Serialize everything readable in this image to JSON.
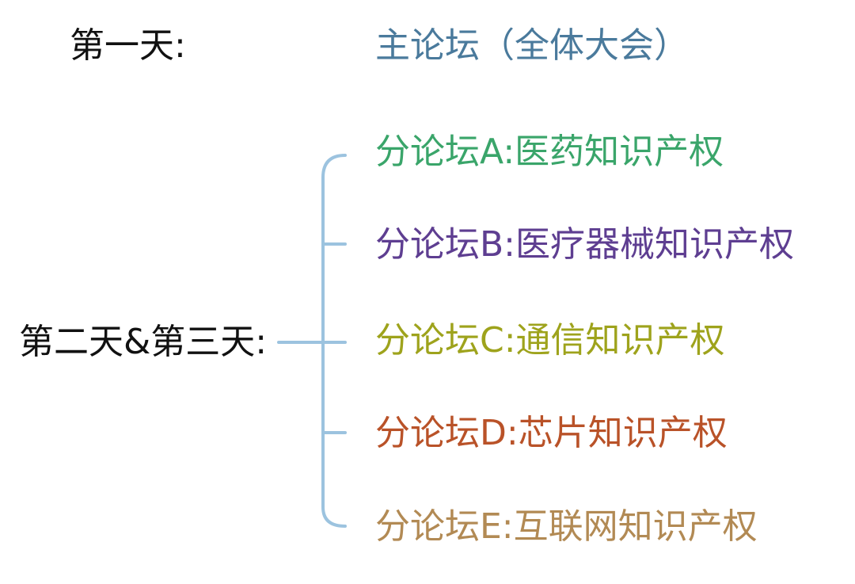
{
  "day1": {
    "label": "第一天:",
    "forum": "主论坛（全体大会）",
    "forum_color": "#4a7a9c"
  },
  "day23": {
    "label": "第二天&第三天:",
    "bracket_color": "#9cc3df",
    "forums": [
      {
        "label": "分论坛A:医药知识产权",
        "color": "#3aa56a"
      },
      {
        "label": "分论坛B:医疗器械知识产权",
        "color": "#5e3e91"
      },
      {
        "label": "分论坛C:通信知识产权",
        "color": "#9ea31c"
      },
      {
        "label": "分论坛D:芯片知识产权",
        "color": "#b95228"
      },
      {
        "label": "分论坛E:互联网知识产权",
        "color": "#b28a54"
      }
    ]
  }
}
